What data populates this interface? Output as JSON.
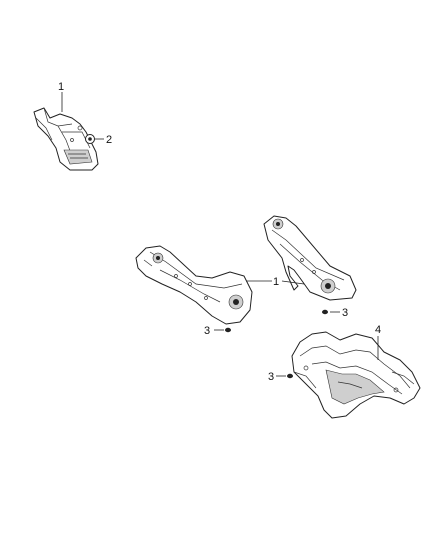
{
  "callouts": {
    "c1_top": "1",
    "c2": "2",
    "c1_mid": "1",
    "c3_right": "3",
    "c3_left": "3",
    "c4": "4",
    "c3_bottom": "3"
  }
}
